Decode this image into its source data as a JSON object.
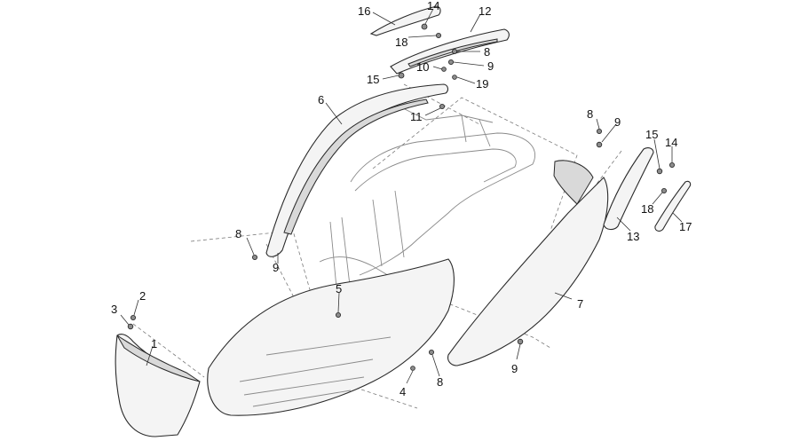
{
  "diagram": {
    "callouts": [
      {
        "id": "c16",
        "text": "16"
      },
      {
        "id": "c14a",
        "text": "14"
      },
      {
        "id": "c12",
        "text": "12"
      },
      {
        "id": "c18a",
        "text": "18"
      },
      {
        "id": "c8a",
        "text": "8"
      },
      {
        "id": "c9a",
        "text": "9"
      },
      {
        "id": "c10",
        "text": "10"
      },
      {
        "id": "c15a",
        "text": "15"
      },
      {
        "id": "c19",
        "text": "19"
      },
      {
        "id": "c6",
        "text": "6"
      },
      {
        "id": "c11",
        "text": "11"
      },
      {
        "id": "c8b",
        "text": "8"
      },
      {
        "id": "c9b",
        "text": "9"
      },
      {
        "id": "c15b",
        "text": "15"
      },
      {
        "id": "c14b",
        "text": "14"
      },
      {
        "id": "c18b",
        "text": "18"
      },
      {
        "id": "c13",
        "text": "13"
      },
      {
        "id": "c17",
        "text": "17"
      },
      {
        "id": "c8c",
        "text": "8"
      },
      {
        "id": "c9c",
        "text": "9"
      },
      {
        "id": "c7",
        "text": "7"
      },
      {
        "id": "c5",
        "text": "5"
      },
      {
        "id": "c2",
        "text": "2"
      },
      {
        "id": "c3",
        "text": "3"
      },
      {
        "id": "c1",
        "text": "1"
      },
      {
        "id": "c4",
        "text": "4"
      },
      {
        "id": "c8d",
        "text": "8"
      },
      {
        "id": "c9d",
        "text": "9"
      }
    ]
  }
}
